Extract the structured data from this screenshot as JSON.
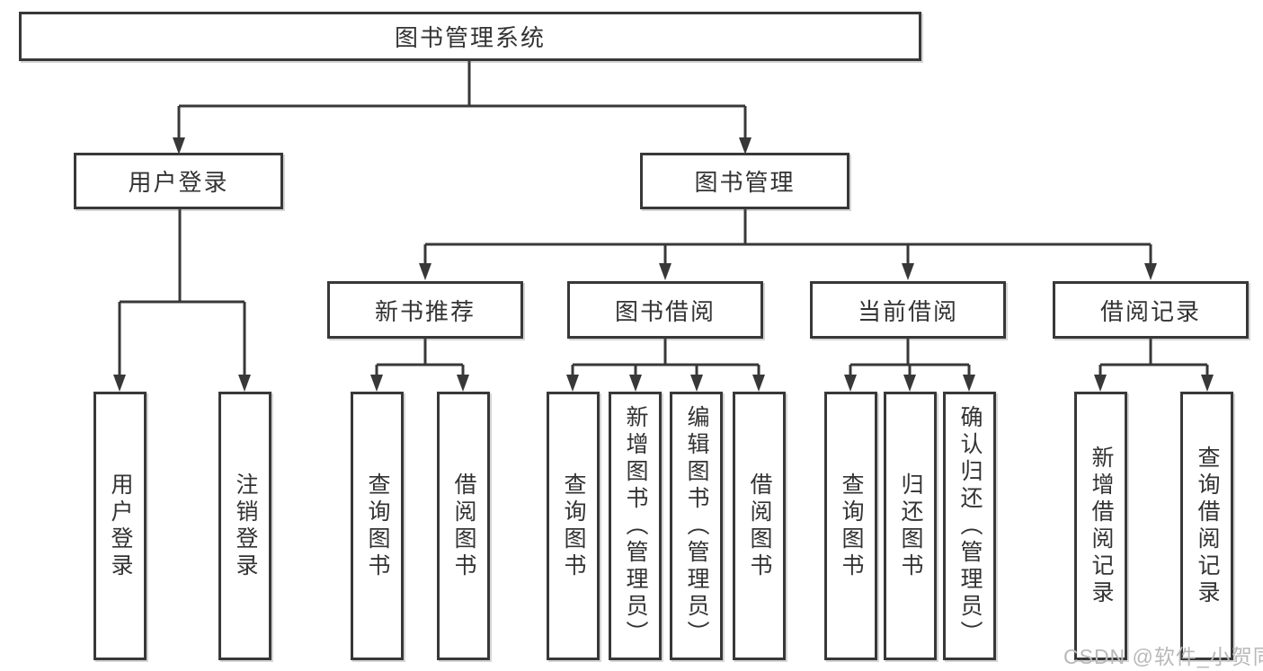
{
  "diagram": {
    "root": {
      "label": "图书管理系统"
    },
    "user_login": {
      "label": "用户登录",
      "leaves": [
        "用户登录",
        "注销登录"
      ]
    },
    "book_management": {
      "label": "图书管理",
      "groups": [
        {
          "label": "新书推荐",
          "leaves": [
            "查询图书",
            "借阅图书"
          ]
        },
        {
          "label": "图书借阅",
          "leaves": [
            "查询图书",
            "新增图书（管理员）",
            "编辑图书（管理员）",
            "借阅图书"
          ]
        },
        {
          "label": "当前借阅",
          "leaves": [
            "查询图书",
            "归还图书",
            "确认归还（管理员）"
          ]
        },
        {
          "label": "借阅记录",
          "leaves": [
            "新增借阅记录",
            "查询借阅记录"
          ]
        }
      ]
    }
  },
  "watermark": "CSDN @软件_小贺同学",
  "colors": {
    "line": "#383838",
    "text": "#333333",
    "box-bg": "#ffffff",
    "watermark": "#b9b9b9",
    "page-bg": "#ffffff"
  }
}
